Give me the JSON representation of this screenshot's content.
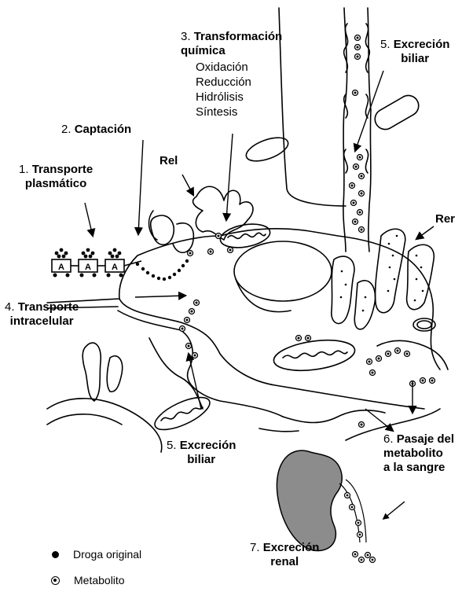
{
  "labels": {
    "transporte": {
      "num": "1.",
      "line1": "Transporte",
      "line2": "plasmático"
    },
    "captacion": {
      "num": "2.",
      "title": "Captación"
    },
    "transformacion": {
      "num": "3.",
      "line1": "Transformación",
      "line2": "química",
      "items": [
        "Oxidación",
        "Reducción",
        "Hidrólisis",
        "Síntesis"
      ]
    },
    "intracelular": {
      "num": "4.",
      "line1": "Transporte",
      "line2": "intracelular"
    },
    "biliar_top": {
      "num": "5.",
      "line1": "Excreción",
      "line2": "biliar"
    },
    "biliar_bottom": {
      "num": "5.",
      "line1": "Excreción",
      "line2": "biliar"
    },
    "pasaje": {
      "num": "6.",
      "line1": "Pasaje del",
      "line2": "metabolito",
      "line3": "a la sangre"
    },
    "renal": {
      "num": "7.",
      "line1": "Excreción",
      "line2": "renal"
    },
    "rel": "Rel",
    "rer": "Rer",
    "albumin": "A"
  },
  "legend": {
    "droga": "Droga original",
    "metabolito": "Metabolito"
  },
  "colors": {
    "kidney": "#8c8c8c",
    "ink": "#000000"
  }
}
